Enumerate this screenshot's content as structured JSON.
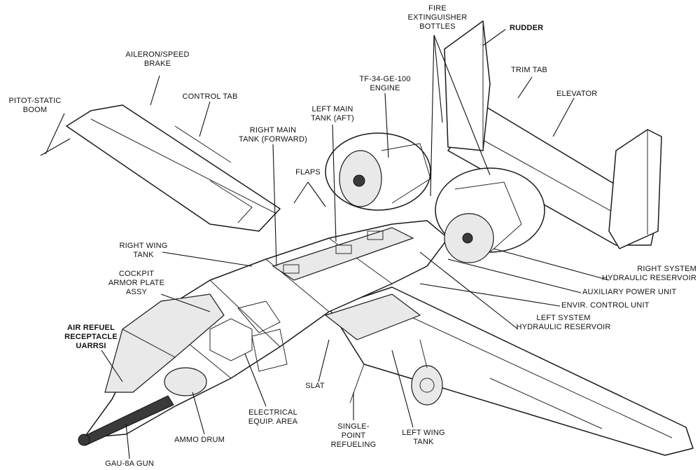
{
  "labels": {
    "fire_bottles": "FIRE\nEXTINGUISHER\nBOTTLES",
    "rudder": "RUDDER",
    "aileron": "AILERON/SPEED\nBRAKE",
    "trim_tab": "TRIM TAB",
    "engine": "TF-34-GE-100\nENGINE",
    "pitot": "PITOT-STATIC\nBOOM",
    "control_tab": "CONTROL TAB",
    "elevator": "ELEVATOR",
    "left_main_tank": "LEFT MAIN\nTANK (AFT)",
    "right_main_tank": "RIGHT MAIN\nTANK (FORWARD)",
    "flaps": "FLAPS",
    "right_wing_tank": "RIGHT WING\nTANK",
    "cockpit_armor": "COCKPIT\nARMOR PLATE\nASSY",
    "right_hyd": "RIGHT SYSTEM\nHYDRAULIC RESERVOIR",
    "apu": "AUXILIARY POWER UNIT",
    "ecu": "ENVIR. CONTROL UNIT",
    "air_refuel": "AIR REFUEL\nRECEPTACLE\nUARRSI",
    "left_hyd": "LEFT SYSTEM\nHYDRAULIC RESERVOIR",
    "slat": "SLAT",
    "electrical": "ELECTRICAL\nEQUIP. AREA",
    "ammo": "AMMO DRUM",
    "single_point": "SINGLE-\nPOINT\nREFUELING",
    "left_wing_tank": "LEFT WING\nTANK",
    "gun": "GAU-8A GUN"
  }
}
